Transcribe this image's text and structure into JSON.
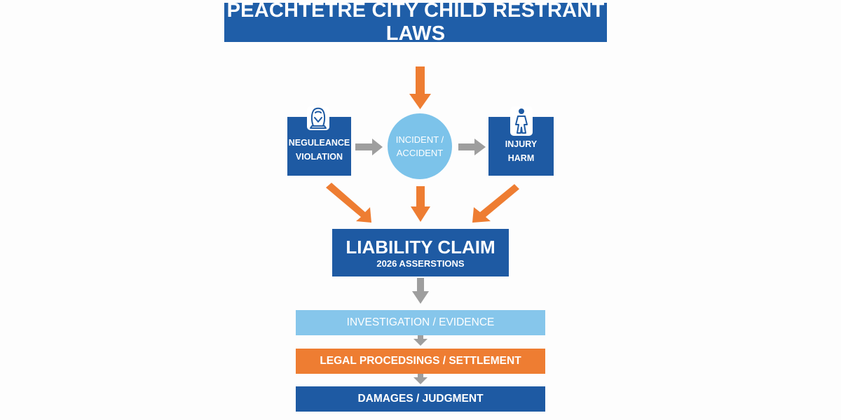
{
  "title": "PEACHTETRE CITY CHILD RESTRANT LAWS",
  "nodes": {
    "negligence": {
      "line1": "NEGULEANCE",
      "line2": "VIOLATION",
      "icon": "car-seat-icon"
    },
    "incident": {
      "line1": "INCIDENT /",
      "line2": "ACCIDENT"
    },
    "injury": {
      "line1": "INJURY",
      "line2": "HARM",
      "icon": "person-icon"
    },
    "liability": {
      "main": "LIABILITY CLAIM",
      "sub": "2026 ASSERSTIONS"
    }
  },
  "steps": {
    "investigation": "INVESTIGATION / EVIDENCE",
    "legal": "LEGAL PROCEDSINGS / SETTLEMENT",
    "damages": "DAMAGES / JUDGMENT"
  },
  "colors": {
    "dark_blue": "#1e5aa3",
    "light_blue": "#86c6eb",
    "orange": "#ee7d32",
    "gray_arrow": "#9e9e9e"
  }
}
